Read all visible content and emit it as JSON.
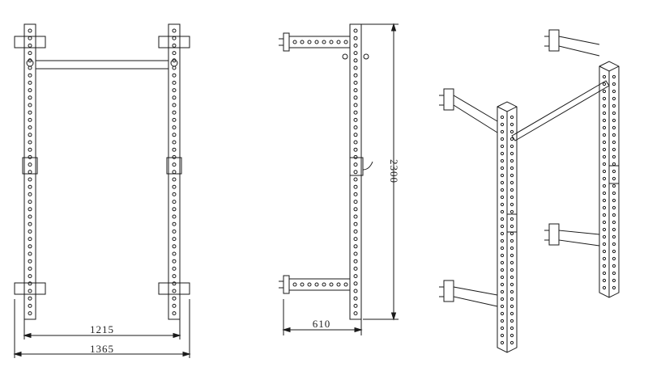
{
  "dimensions": {
    "inner_width": "1215",
    "outer_width": "1365",
    "depth": "610",
    "height": "2300"
  },
  "colors": {
    "line": "#1a1a1a",
    "background": "#ffffff"
  }
}
